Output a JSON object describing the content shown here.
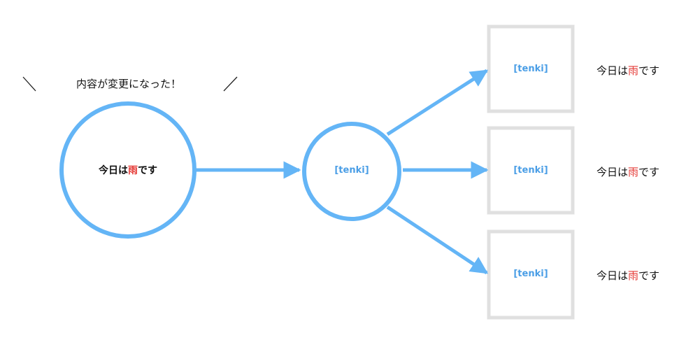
{
  "colors": {
    "accent": "#64b5f6",
    "tag_text": "#4a9ee6",
    "box_border": "#e0e0e0",
    "highlight": "#e53935",
    "text": "#111111"
  },
  "caption": "内容が変更になった！",
  "source": {
    "pre": "今日は",
    "highlight": "雨",
    "post": "です"
  },
  "hub": {
    "tag": "[tenki]"
  },
  "outputs": [
    {
      "tag": "[tenki]",
      "pre": "今日は",
      "highlight": "雨",
      "post": "です"
    },
    {
      "tag": "[tenki]",
      "pre": "今日は",
      "highlight": "雨",
      "post": "です"
    },
    {
      "tag": "[tenki]",
      "pre": "今日は",
      "highlight": "雨",
      "post": "です"
    }
  ]
}
